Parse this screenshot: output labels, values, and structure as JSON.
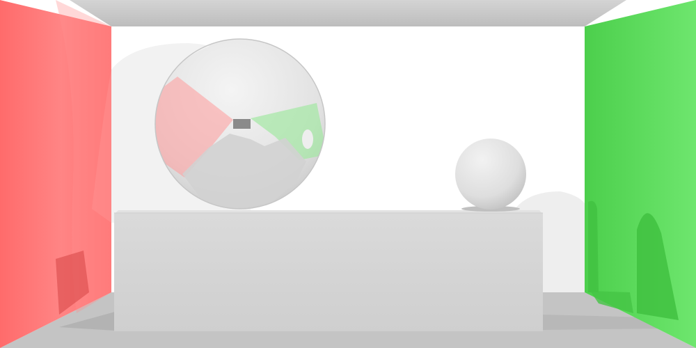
{
  "scene": {
    "objects": [
      "back-wall",
      "ceiling",
      "floor",
      "left-wall",
      "right-wall",
      "box",
      "glass-sphere",
      "small-sphere"
    ]
  },
  "colors": {
    "back_wall": "#ffffff",
    "ceiling": "#c9c9c9",
    "floor": "#c4c4c4",
    "left_wall": "#ff6a6a",
    "right_wall": "#5fde5f",
    "box_front": "#d6d6d6",
    "box_top": "#e0e0e0",
    "glass_sphere": "#e8e8e8",
    "small_sphere": "#e4e4e4"
  }
}
